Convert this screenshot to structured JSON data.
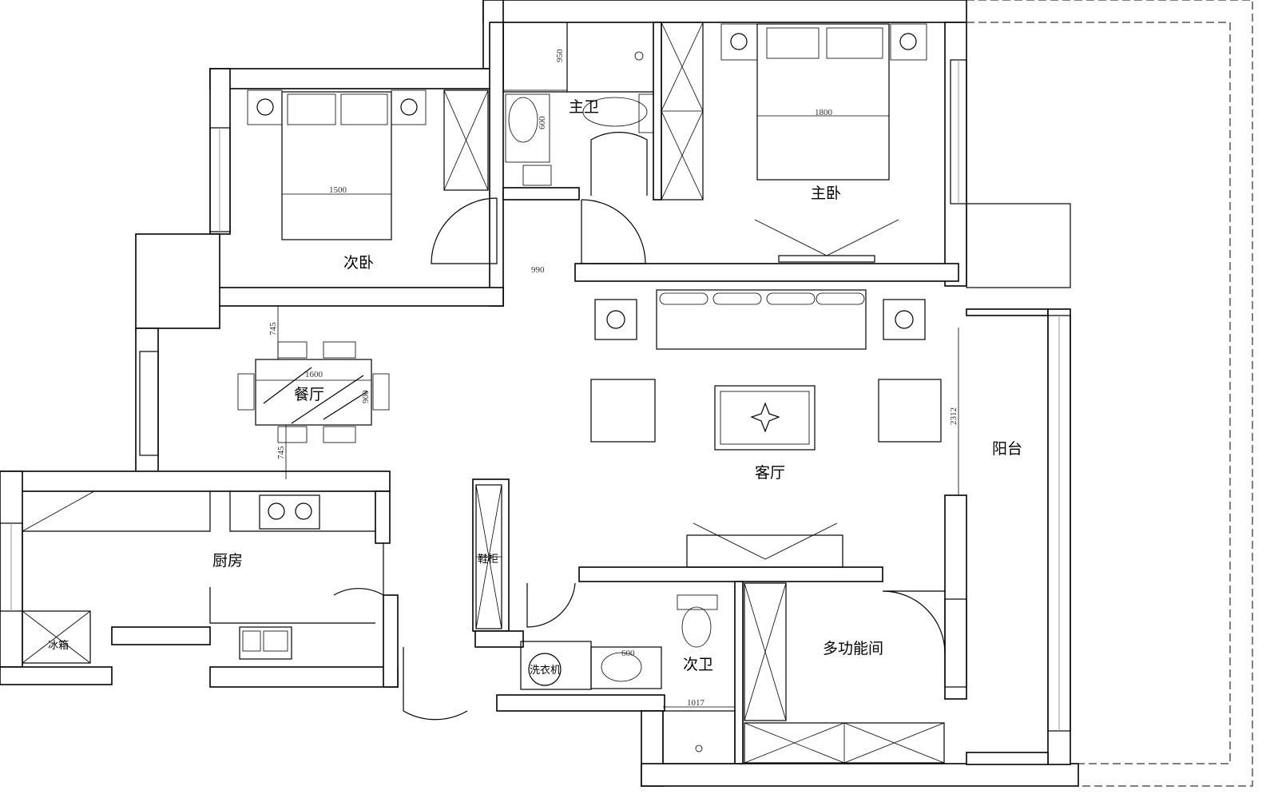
{
  "rooms": {
    "master_bath": "主卫",
    "master_bedroom": "主卧",
    "second_bedroom": "次卧",
    "dining": "餐厅",
    "living": "客厅",
    "balcony": "阳台",
    "kitchen": "厨房",
    "second_bath": "次卫",
    "multipurpose": "多功能间"
  },
  "fixtures": {
    "fridge": "冰箱",
    "shoe_cabinet": "鞋柜",
    "washing_machine": "洗衣机"
  },
  "dimensions": {
    "shower_depth": "950",
    "master_sink": "600",
    "master_bed": "1800",
    "second_bed": "1500",
    "corridor": "990",
    "dining_top": "745",
    "dining_bottom": "745",
    "table_length": "1600",
    "table_width": "900",
    "living_depth": "2312",
    "second_sink": "600",
    "shower_width": "1017"
  }
}
